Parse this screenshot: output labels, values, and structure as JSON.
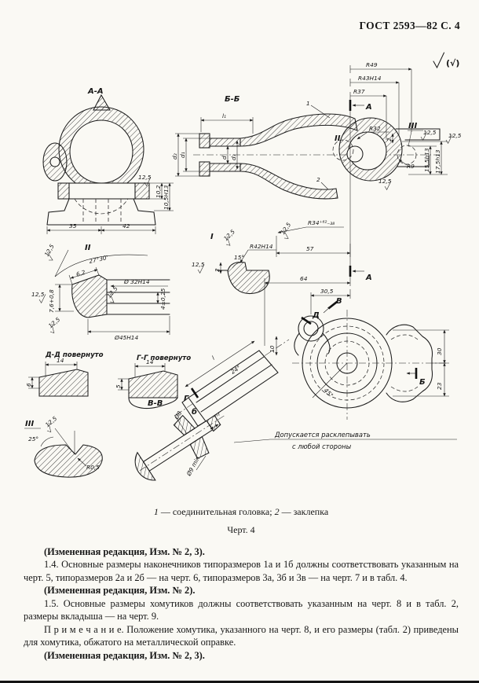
{
  "header": {
    "title": "ГОСТ 2593—82 С. 4"
  },
  "fig": {
    "fin": "(√)",
    "aa_title": "А-А",
    "bb_title": "Б-Б",
    "i_title": "I",
    "ii_title": "II",
    "iii_title": "III",
    "dd_title": "Д-Д повернуто",
    "gg_title": "Г-Г повернуто",
    "vv_title": "В-В",
    "dim35": "35",
    "dim42": "42",
    "dim102": "10,2",
    "dim105": "10,5Н13",
    "rough": "12,5",
    "d1": "d₁",
    "d2": "d₂",
    "d3": "d₃",
    "dsm": "d",
    "l1": "l₁",
    "lsm": "l",
    "c1": "1",
    "c2": "2",
    "r49": "R49",
    "r43": "R43Н14",
    "r37": "R37",
    "r32": "R32",
    "r9": "R9",
    "r05": "R0,5",
    "r42": "R42Н14",
    "r34": "R34⁺⁶²₋₃₈",
    "h155": "15,5h13",
    "h175": "17,5h13",
    "dim2": "2",
    "a15": "15°",
    "a25": "25°",
    "a2730": "27°30'",
    "a45": "45°",
    "a24": "24°",
    "d62": "6,2",
    "d32": "Ø 32Н14",
    "d45": "Ø45Н14",
    "t4": "4±0,25",
    "t76": "7,6+0,8",
    "dim14": "14",
    "dim6": "6",
    "dim5": "5",
    "d8": "Ø8",
    "min1": "1 min",
    "d9": "Ø9 min",
    "note1": "Допускается расклепывать",
    "note2": "с любой стороны",
    "dim64": "64",
    "dim305": "30,5",
    "dim30": "30",
    "dim23": "23",
    "dim57": "57",
    "dim10": "10",
    "secA": "А",
    "secB": "Б",
    "secV": "В",
    "secG": "Г",
    "secD": "Д",
    "secb": "б"
  },
  "caption": {
    "num1": "1",
    "text1": " — соединительная головка; ",
    "num2": "2",
    "text2": " — заклепка"
  },
  "figure_number": "Черт. 4",
  "paragraphs": [
    "(Измененная редакция, Изм. № 2, 3).",
    "1.4. Основные размеры наконечников типоразмеров 1а и 1б должны соответствовать указанным на черт. 5, типоразмеров 2а и 2б — на черт. 6, типоразмеров 3а, 3б и 3в — на черт. 7 и в табл. 4.",
    "(Измененная редакция, Изм. № 2).",
    "1.5. Основные размеры хомутиков должны соответствовать указанным на черт. 8 и в табл. 2, размеры вкладыша — на черт. 9.",
    "П р и м е ч а н и е. Положение хомутика, указанного на черт. 8, и его размеры (табл. 2) приведены для хомутика, обжатого на металлической оправке.",
    "(Измененная редакция, Изм. № 2, 3)."
  ]
}
